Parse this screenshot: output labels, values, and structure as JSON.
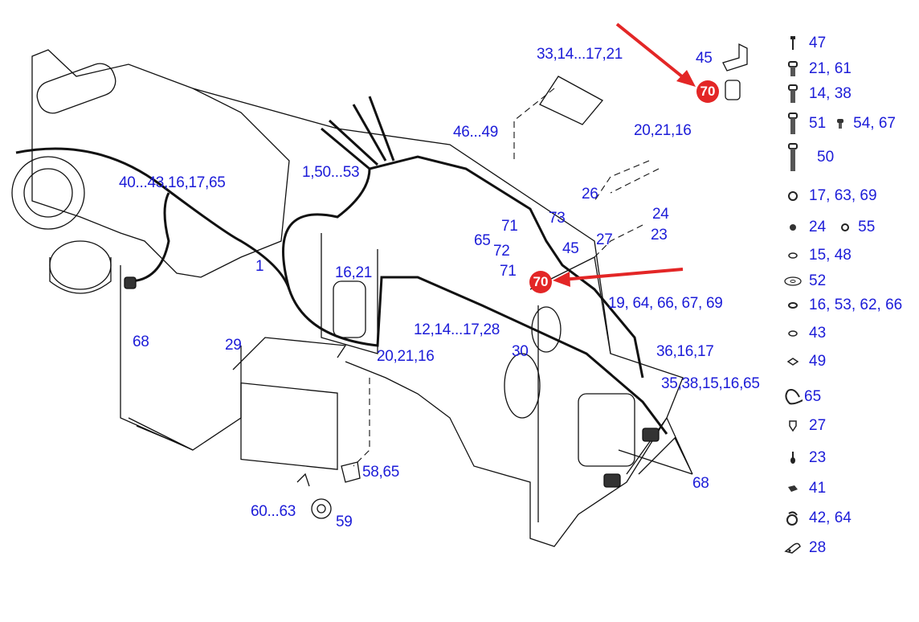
{
  "diagram": {
    "callouts": [
      "33,14...17,21",
      "45",
      "46...49",
      "20,21,16",
      "40...43,16,17,65",
      "1,50...53",
      "26",
      "24",
      "23",
      "27",
      "73",
      "71",
      "65",
      "72",
      "45",
      "71",
      "1",
      "16,21",
      "19, 64, 66, 67, 69",
      "12,14...17,28",
      "30",
      "20,21,16",
      "36,16,17",
      "29",
      "68",
      "35,38,15,16,65",
      "58,65",
      "68",
      "60...63",
      "59"
    ],
    "highlight_badges": [
      "70",
      "70"
    ],
    "highlight_color": "#e32626",
    "label_color": "#1c1cd8"
  },
  "legend": [
    {
      "icon": "screw-small-icon",
      "text": "47"
    },
    {
      "icon": "bolt-short-icon",
      "text": "21, 61"
    },
    {
      "icon": "bolt-medium-icon",
      "text": "14, 38"
    },
    {
      "icon": "bolt-long-icon",
      "text": "51"
    },
    {
      "icon": "bolt-short-icon",
      "text": "54, 67"
    },
    {
      "icon": "bolt-xlong-icon",
      "text": "50"
    },
    {
      "icon": "hex-nut-icon",
      "text": "17, 63, 69"
    },
    {
      "icon": "small-nut-icon",
      "text": "24"
    },
    {
      "icon": "hex-nut-icon",
      "text": "55"
    },
    {
      "icon": "washer-icon",
      "text": "15, 48"
    },
    {
      "icon": "large-washer-icon",
      "text": "52"
    },
    {
      "icon": "lock-washer-icon",
      "text": "16, 53, 62, 66"
    },
    {
      "icon": "washer-icon",
      "text": "43"
    },
    {
      "icon": "square-nut-icon",
      "text": "49"
    },
    {
      "icon": "cable-tie-icon",
      "text": "65"
    },
    {
      "icon": "plug-icon",
      "text": "27"
    },
    {
      "icon": "pin-icon",
      "text": "23"
    },
    {
      "icon": "clip-icon",
      "text": "41"
    },
    {
      "icon": "cable-clamp-icon",
      "text": "42, 64"
    },
    {
      "icon": "bracket-icon",
      "text": "28"
    }
  ]
}
